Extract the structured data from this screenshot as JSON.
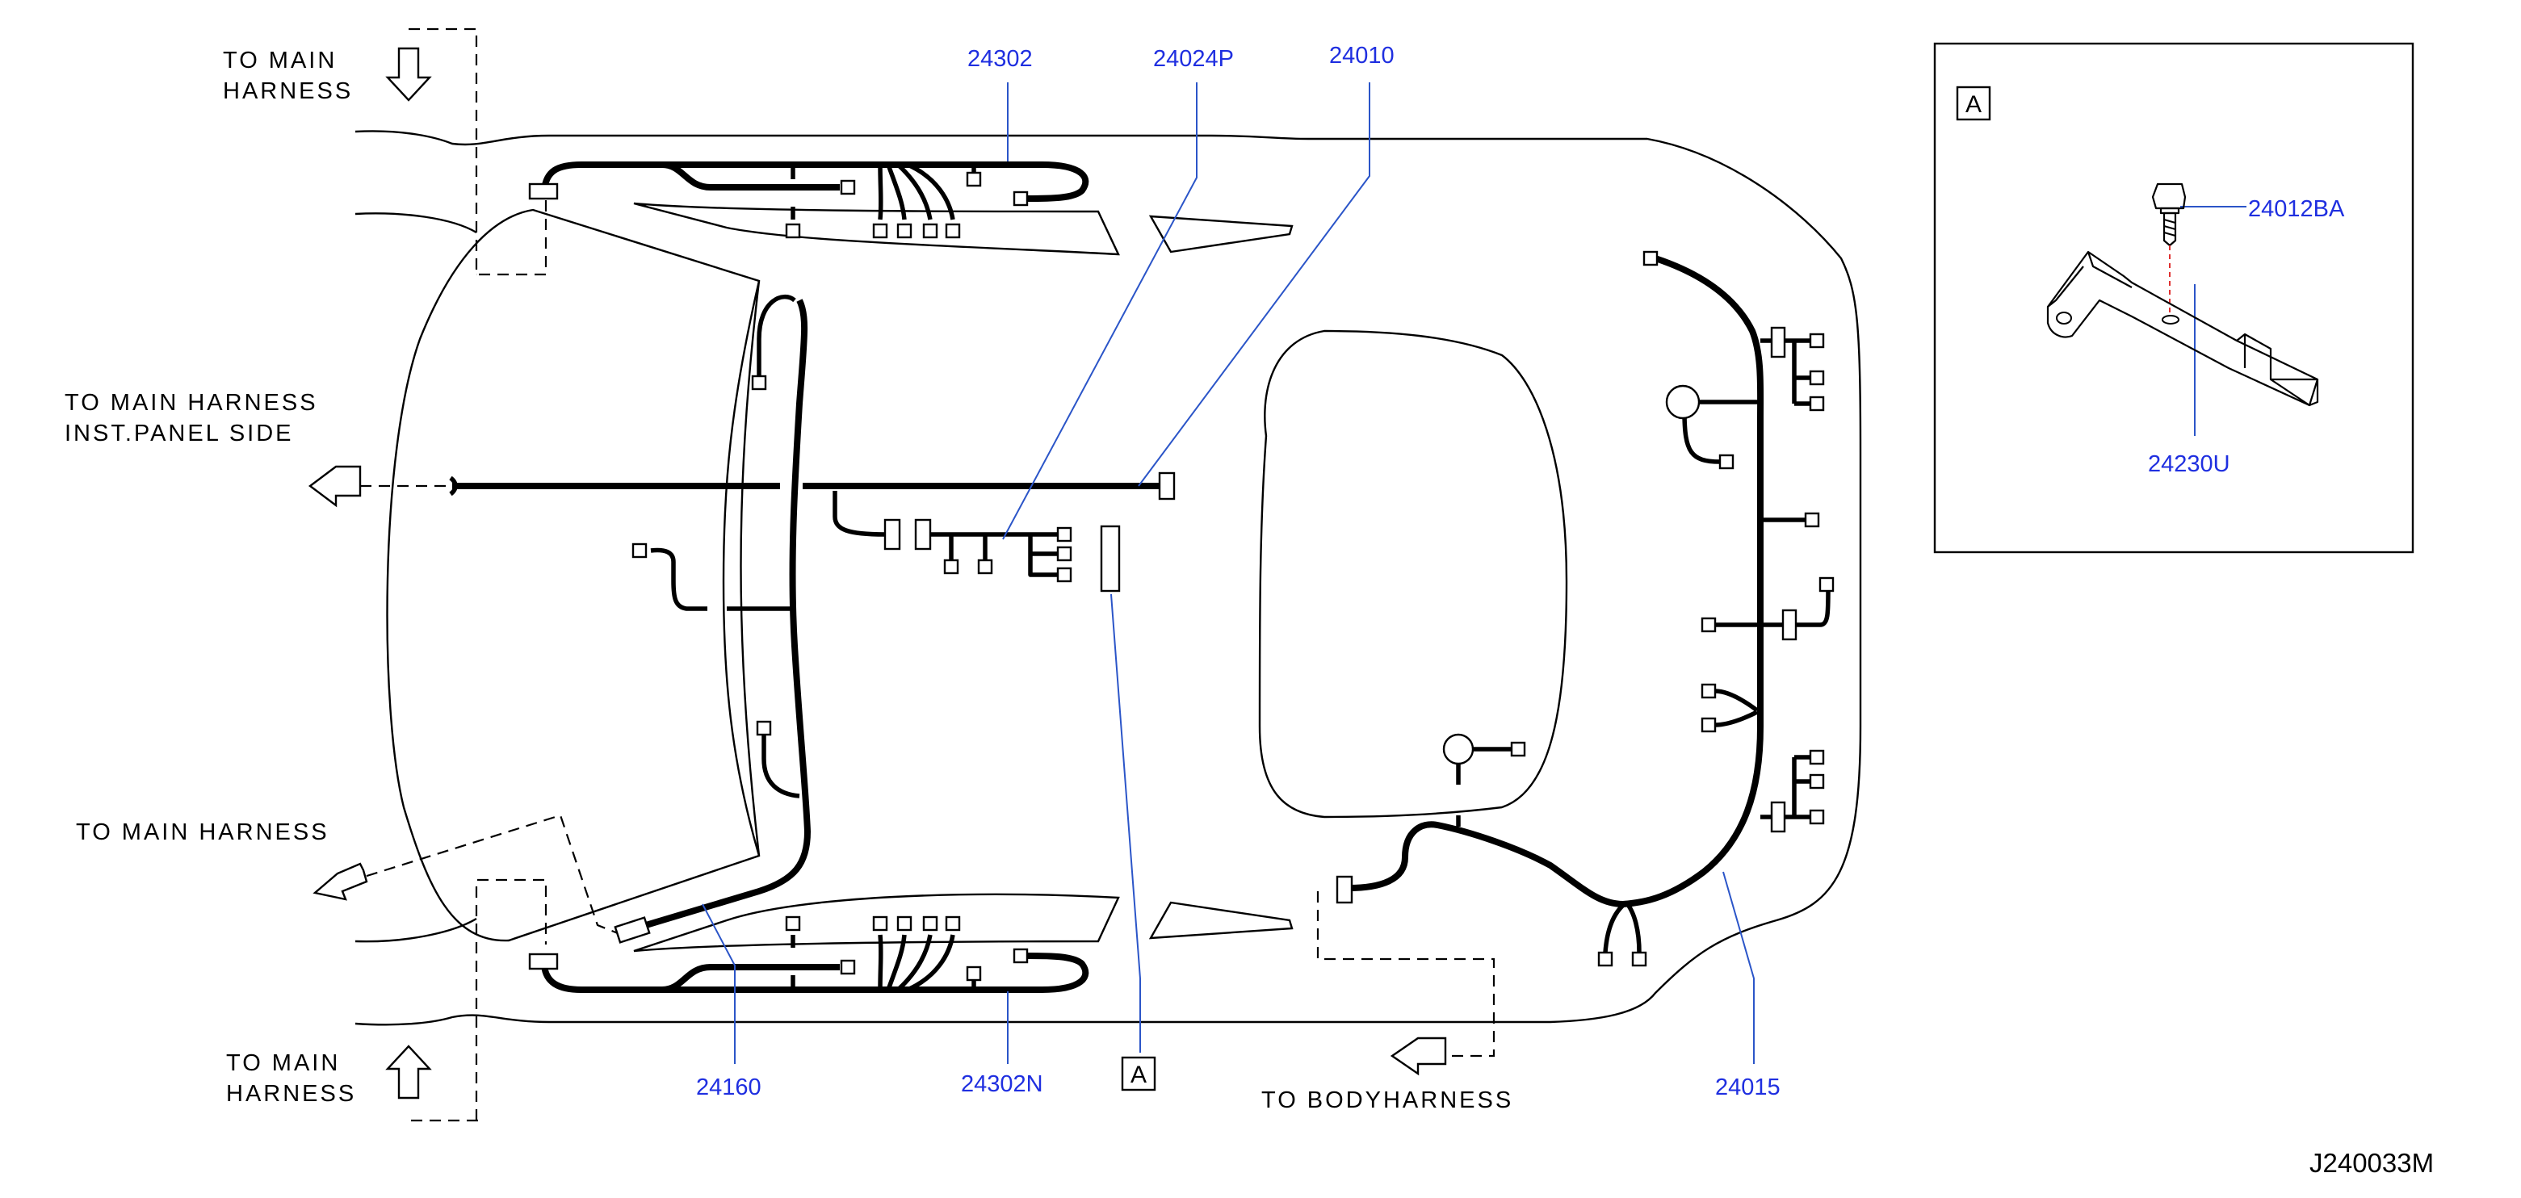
{
  "labels": {
    "to_main_harness_top": [
      "TO  MAIN",
      "HARNESS"
    ],
    "to_main_harness_inst": [
      "TO  MAIN  HARNESS",
      "INST.PANEL  SIDE"
    ],
    "to_main_harness_left": "TO  MAIN  HARNESS",
    "to_main_harness_bottom": [
      "TO  MAIN",
      "HARNESS"
    ],
    "to_body_harness": "TO  BODYHARNESS"
  },
  "part_numbers": {
    "p24302": "24302",
    "p24024P": "24024P",
    "p24010": "24010",
    "p24160": "24160",
    "p24302N": "24302N",
    "p24015": "24015",
    "p24012BA": "24012BA",
    "p24230U": "24230U"
  },
  "callout_marker": "A",
  "inset": {
    "marker": "A"
  },
  "diagram_code": "J240033M",
  "colors": {
    "part_label": "#1f2fe0",
    "leader_line": "#2b55c8",
    "fastener_axis": "#e03030"
  }
}
